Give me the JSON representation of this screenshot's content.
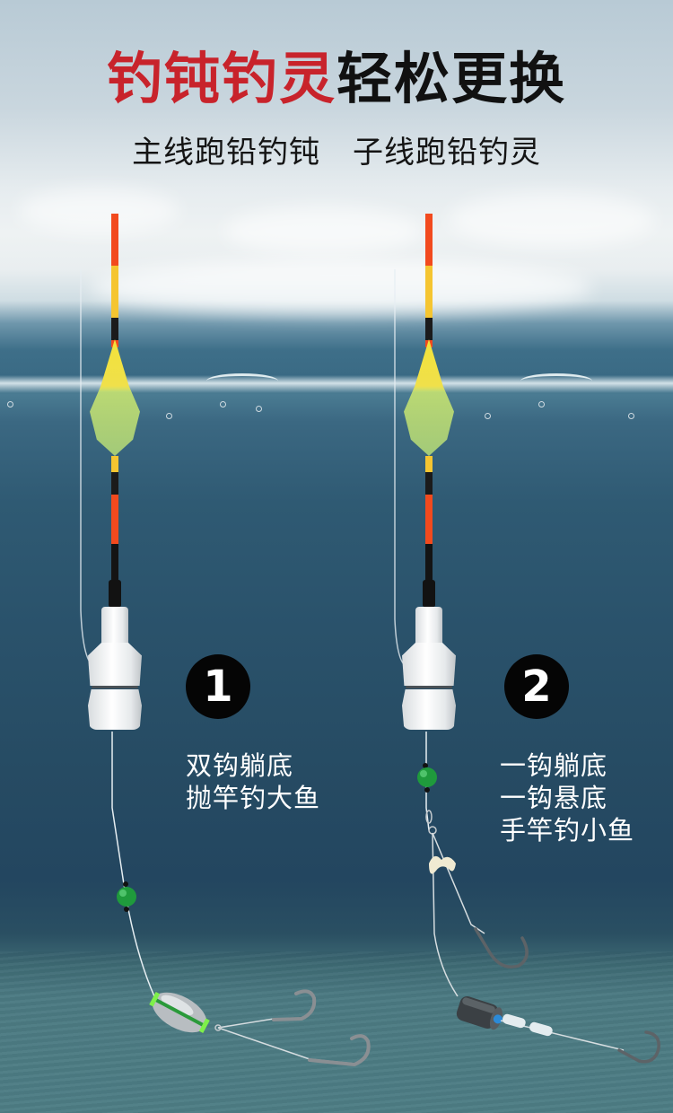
{
  "header": {
    "title_red": "钓钝钓灵",
    "title_black": "轻松更换",
    "subtitle_left": "主线跑铅钓钝",
    "subtitle_right": "子线跑铅钓灵"
  },
  "rigs": [
    {
      "number": "1",
      "lines": [
        "双钩躺底",
        "抛竿钓大鱼"
      ],
      "components": [
        "float",
        "float-seat-sinker",
        "green-bead",
        "olive-lead-sinker",
        "double-hooks"
      ]
    },
    {
      "number": "2",
      "lines": [
        "一钩躺底",
        "一钩悬底",
        "手竿钓小鱼"
      ],
      "components": [
        "float",
        "float-seat-sinker",
        "green-bead",
        "swivel",
        "soft-spacer",
        "hook",
        "cylinder-lead-sinker",
        "hook"
      ]
    }
  ],
  "colors": {
    "title_red": "#c8232b",
    "title_black": "#111111",
    "sky_top": "#b8cad5",
    "water_deep": "#264b63",
    "seabed": "#4d7d84",
    "float_red": "#f24a1e",
    "float_yellow": "#f5c531",
    "float_black": "#1b1b1b",
    "bead_green": "#1f9a3c",
    "badge_bg": "#050505",
    "desc_text": "#ffffff"
  }
}
